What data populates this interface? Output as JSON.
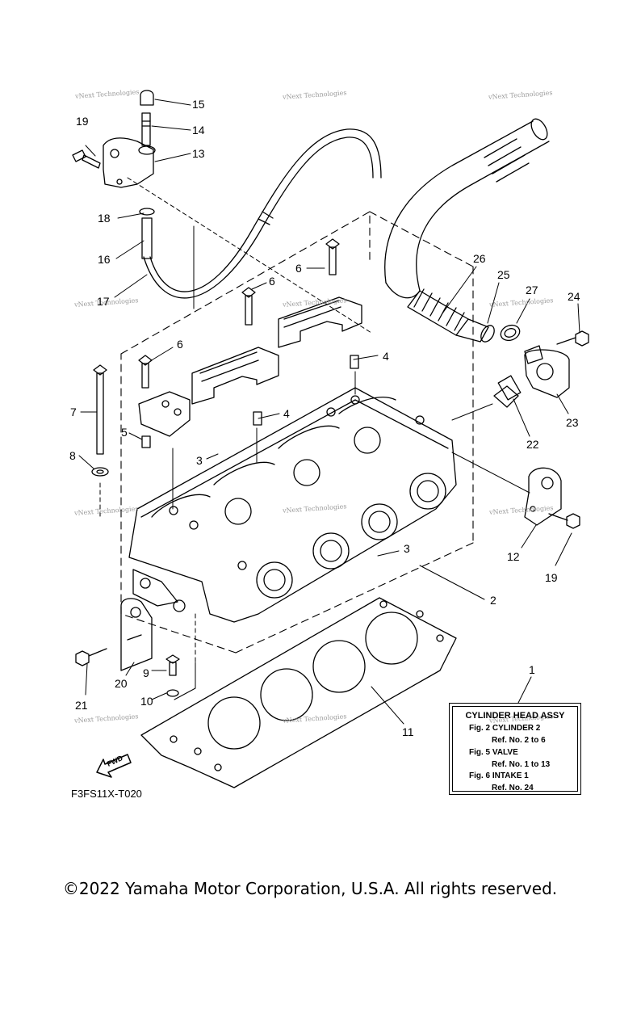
{
  "callouts": {
    "c1": "1",
    "c2": "2",
    "c3a": "3",
    "c3b": "3",
    "c4a": "4",
    "c4b": "4",
    "c5": "5",
    "c6a": "6",
    "c6b": "6",
    "c6c": "6",
    "c7": "7",
    "c8": "8",
    "c9": "9",
    "c10": "10",
    "c11": "11",
    "c12": "12",
    "c13": "13",
    "c14": "14",
    "c15": "15",
    "c16": "16",
    "c17": "17",
    "c18": "18",
    "c19a": "19",
    "c19b": "19",
    "c20": "20",
    "c21": "21",
    "c22": "22",
    "c23": "23",
    "c24": "24",
    "c25": "25",
    "c26": "26",
    "c27": "27"
  },
  "watermark": "vNext Technologies",
  "note_box": {
    "title": "CYLINDER HEAD ASSY",
    "line1": "Fig.  2 CYLINDER 2",
    "line2": "Ref. No. 2 to 6",
    "line3": "Fig.  5 VALVE",
    "line4": "Ref. No. 1 to 13",
    "line5": "Fig.  6 INTAKE 1",
    "line6": "Ref. No. 24"
  },
  "fwd_label": "FWD",
  "diagram_code": "F3FS11X-T020",
  "copyright": "©2022 Yamaha Motor Corporation, U.S.A. All rights reserved."
}
